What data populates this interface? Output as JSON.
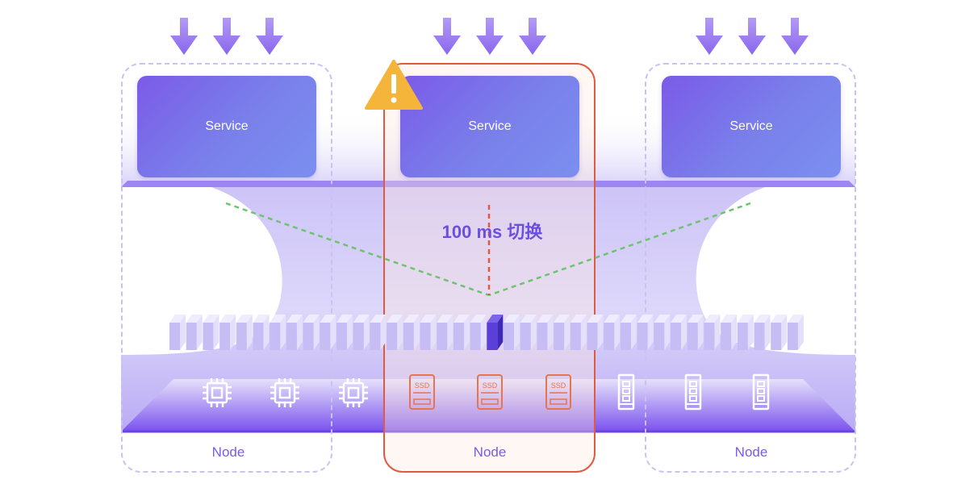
{
  "services": [
    {
      "label": "Service"
    },
    {
      "label": "Service"
    },
    {
      "label": "Service"
    }
  ],
  "nodes": [
    {
      "label": "Node",
      "state": "normal"
    },
    {
      "label": "Node",
      "state": "alert"
    },
    {
      "label": "Node",
      "state": "normal"
    }
  ],
  "switch": {
    "label": "100 ms 切换"
  },
  "hardware": {
    "cpu": {
      "icon": "cpu-chip-icon",
      "count": 3
    },
    "ssd": {
      "icon": "ssd-icon",
      "count": 3,
      "text": "SSD"
    },
    "ram": {
      "icon": "memory-module-icon",
      "count": 3
    }
  },
  "colors": {
    "accent": "#7b5ae8",
    "alert": "#e05a3f",
    "warning": "#f5b53a",
    "dashed_link": "#6ec46e",
    "node_border": "#c9c3f2"
  },
  "icons": {
    "arrow": "arrow-down-icon",
    "warning": "warning-triangle-icon"
  }
}
